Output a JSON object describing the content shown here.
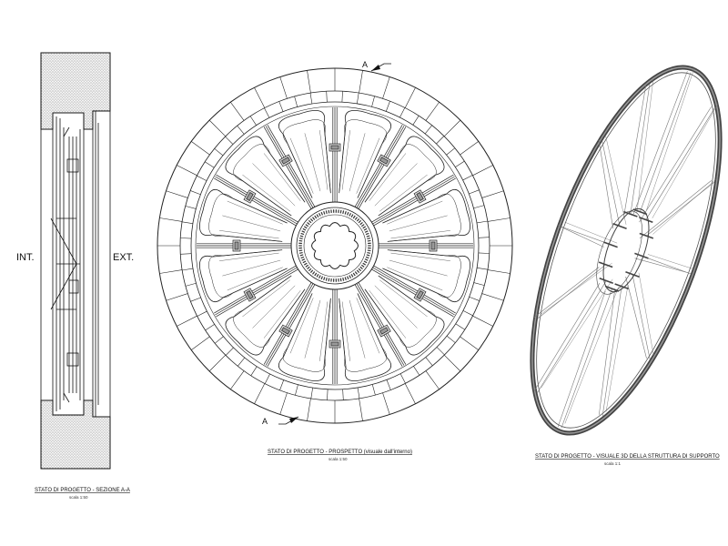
{
  "section_view": {
    "interior_label": "INT.",
    "exterior_label": "EXT.",
    "caption": "STATO DI PROGETTO - SEZIONE A-A",
    "scale": "scala 1:50"
  },
  "elevation_view": {
    "section_marker_top": "A",
    "section_marker_bottom": "A",
    "caption": "STATO DI PROGETTO - PROSPETTO (visuale dall'interno)",
    "scale": "scala 1:50",
    "spoke_count": 12
  },
  "model_view": {
    "caption": "STATO DI PROGETTO - VISUALE 3D DELLA STRUTTURA DI SUPPORTO",
    "scale": "scala 1:1"
  }
}
